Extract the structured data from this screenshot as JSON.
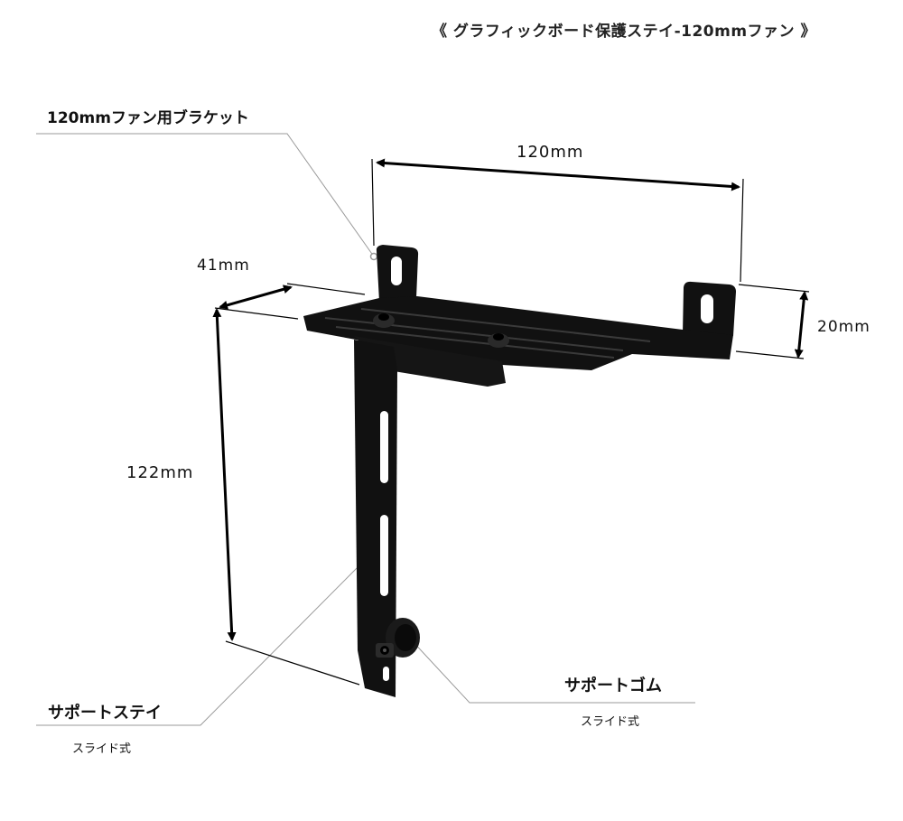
{
  "header": {
    "title": "《 グラフィックボード保護ステイ-120mmファン 》"
  },
  "callouts": {
    "bracket": "120mmファン用ブラケット",
    "support_rubber": "サポートゴム",
    "support_rubber_sub": "スライド式",
    "support_stay": "サポートステイ",
    "support_stay_sub": "スライド式"
  },
  "dimensions": {
    "width": "120mm",
    "depth": "41mm",
    "height_small": "20mm",
    "height": "122mm"
  },
  "colors": {
    "product": "#111111",
    "leader": "#9a9a9a",
    "arrow": "#000000"
  }
}
